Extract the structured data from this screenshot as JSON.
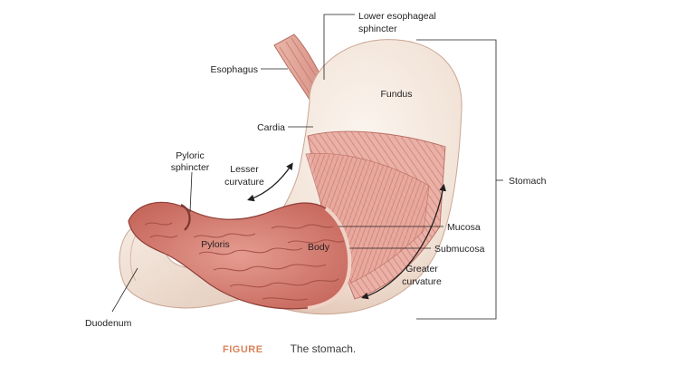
{
  "labels": {
    "lower_esophageal_sphincter_line1": "Lower esophageal",
    "lower_esophageal_sphincter_line2": "sphincter",
    "esophagus": "Esophagus",
    "fundus": "Fundus",
    "cardia": "Cardia",
    "pyloric_sphincter_line1": "Pyloric",
    "pyloric_sphincter_line2": "sphincter",
    "lesser_curvature_line1": "Lesser",
    "lesser_curvature_line2": "curvature",
    "stomach": "Stomach",
    "pyloris": "Pyloris",
    "body": "Body",
    "mucosa": "Mucosa",
    "submucosa": "Submucosa",
    "greater_curvature_line1": "Greater",
    "greater_curvature_line2": "curvature",
    "duodenum": "Duodenum"
  },
  "caption": {
    "figure_label": "FIGURE",
    "text": "The stomach."
  },
  "colors": {
    "outer_wall": "#f3e7dc",
    "muscle": "#e6a49a",
    "muscle_stripe": "#c8756c",
    "mucosa": "#cf7d72",
    "fold": "#a9544c",
    "caption_accent": "#d9825b"
  }
}
